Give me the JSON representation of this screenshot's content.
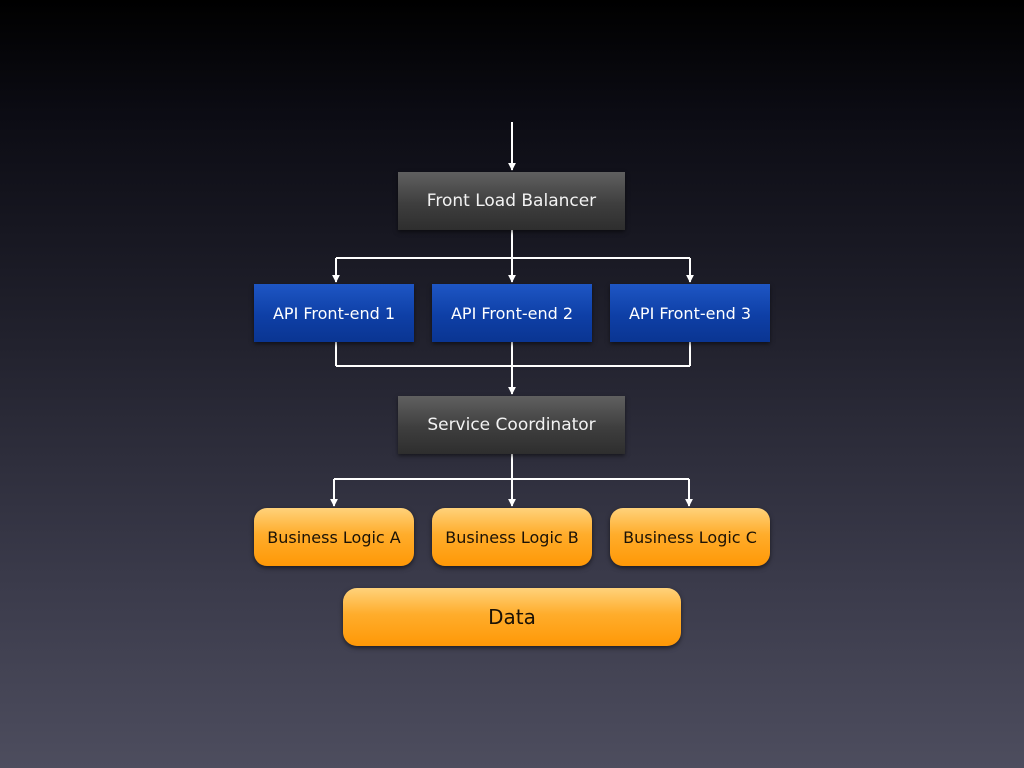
{
  "diagram": {
    "front_load_balancer": "Front Load Balancer",
    "api_frontends": [
      "API Front-end 1",
      "API Front-end 2",
      "API Front-end 3"
    ],
    "service_coordinator": "Service Coordinator",
    "business_logic": [
      "Business Logic A",
      "Business Logic B",
      "Business Logic C"
    ],
    "data": "Data"
  },
  "colors": {
    "gray_box": "#4a4a4a",
    "blue_box": "#0e3fa6",
    "orange_box": "#ffa41c",
    "connector": "#ffffff"
  }
}
